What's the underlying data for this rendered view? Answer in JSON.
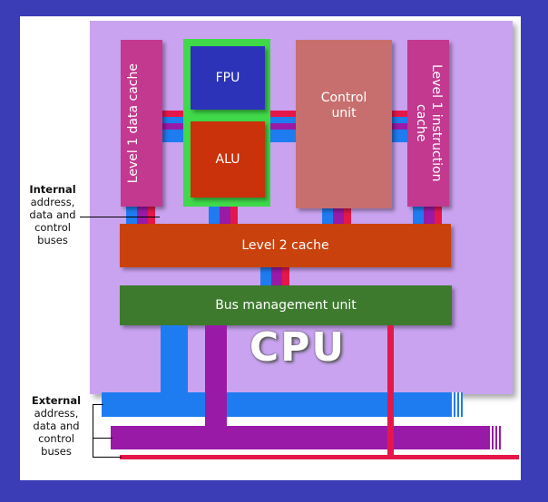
{
  "diagram": {
    "blocks": {
      "l1_data": "Level 1 data cache",
      "fpu": "FPU",
      "alu": "ALU",
      "control": "Control unit",
      "l1_instr": "Level 1 instruction cache",
      "l2": "Level 2 cache",
      "bmu": "Bus management unit",
      "cpu": "CPU"
    },
    "internal_label": {
      "title": "Internal",
      "text": "address, data and control buses"
    },
    "external_label": {
      "title": "External",
      "text": "address, data and control buses"
    },
    "colors": {
      "background": "#3a3db5",
      "cpu_body": "#c9a3f0",
      "l1_cache": "#c2398f",
      "fpu": "#2c33b8",
      "alu": "#c9320a",
      "alu_frame": "#3fd94a",
      "control": "#c76f6f",
      "l2": "#c9420d",
      "bmu": "#3d7a2e",
      "bus_blue": "#1e7cf0",
      "bus_purple": "#9a1aa8",
      "bus_red": "#e5174a"
    }
  }
}
